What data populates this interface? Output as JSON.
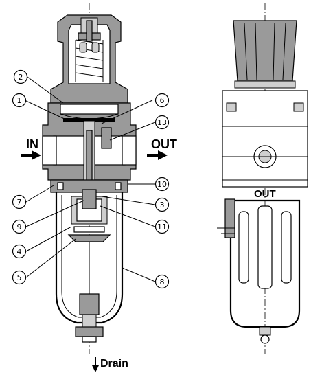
{
  "labels": {
    "inlet": "IN",
    "outlet": "OUT",
    "outlet_side": "OUT",
    "drain": "Drain"
  },
  "callouts": [
    {
      "id": "c1",
      "text": "1"
    },
    {
      "id": "c2",
      "text": "2"
    },
    {
      "id": "c3",
      "text": "3"
    },
    {
      "id": "c4",
      "text": "4"
    },
    {
      "id": "c5",
      "text": "5"
    },
    {
      "id": "c6",
      "text": "6"
    },
    {
      "id": "c7",
      "text": "7"
    },
    {
      "id": "c8",
      "text": "8"
    },
    {
      "id": "c9",
      "text": "9"
    },
    {
      "id": "c10",
      "text": "10"
    },
    {
      "id": "c11",
      "text": "11"
    },
    {
      "id": "c13",
      "text": "13"
    }
  ]
}
